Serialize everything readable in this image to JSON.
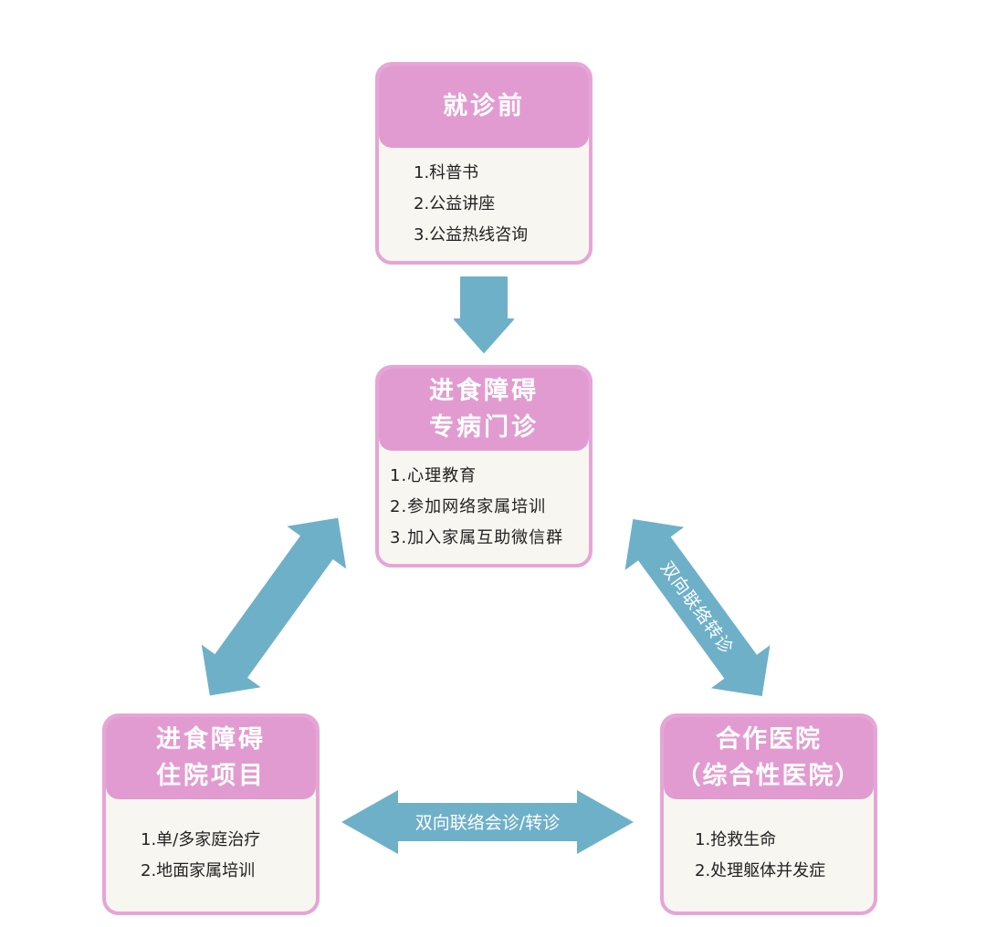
{
  "colors": {
    "header_pink": "#e29bd0",
    "border_pink": "#e5a5d7",
    "body_bg": "#f8f6f1",
    "arrow_blue": "#6fb0c9"
  },
  "nodes": {
    "pre_visit": {
      "title_lines": [
        "就诊前"
      ],
      "items": [
        "1.科普书",
        "2.公益讲座",
        "3.公益热线咨询"
      ]
    },
    "clinic": {
      "title_lines": [
        "进食障碍",
        "专病门诊"
      ],
      "items": [
        "1.心理教育",
        "2.参加网络家属培训",
        "3.加入家属互助微信群"
      ]
    },
    "inpatient": {
      "title_lines": [
        "进食障碍",
        "住院项目"
      ],
      "items": [
        "1.单/多家庭治疗",
        "2.地面家属培训"
      ]
    },
    "partner": {
      "title_lines": [
        "合作医院",
        "（综合性医院）"
      ],
      "items": [
        "1.抢救生命",
        "2.处理躯体并发症"
      ]
    }
  },
  "edges": {
    "pre_to_clinic": {
      "label": ""
    },
    "clinic_inpatient": {
      "label": ""
    },
    "clinic_partner": {
      "label": "双向联络转诊"
    },
    "inpatient_partner": {
      "label": "双向联络会诊/转诊"
    }
  }
}
